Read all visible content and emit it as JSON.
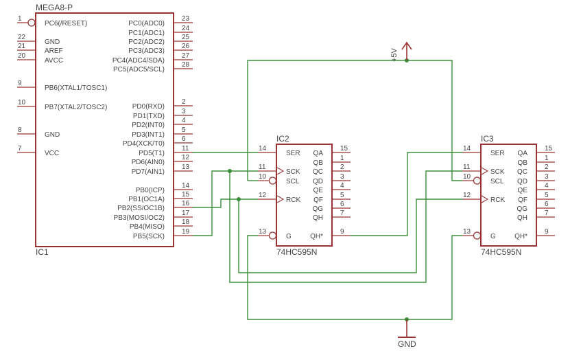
{
  "colors": {
    "part": "#993333",
    "wire": "#3a8f3a",
    "text": "#444444",
    "background": "#ffffff"
  },
  "ic1": {
    "name": "IC1",
    "value": "MEGA8-P",
    "left_pins": [
      {
        "num": "1",
        "label": "PC6(/RESET)",
        "inverted": true
      },
      {
        "num": "22",
        "label": "GND"
      },
      {
        "num": "21",
        "label": "AREF"
      },
      {
        "num": "20",
        "label": "AVCC"
      },
      {
        "num": "9",
        "label": "PB6(XTAL1/TOSC1)"
      },
      {
        "num": "10",
        "label": "PB7(XTAL2/TOSC2)"
      },
      {
        "num": "8",
        "label": "GND"
      },
      {
        "num": "7",
        "label": "VCC"
      }
    ],
    "right_pins": [
      {
        "num": "23",
        "label": "PC0(ADC0)"
      },
      {
        "num": "24",
        "label": "PC1(ADC1)"
      },
      {
        "num": "25",
        "label": "PC2(ADC2)"
      },
      {
        "num": "26",
        "label": "PC3(ADC3)"
      },
      {
        "num": "27",
        "label": "PC4(ADC4/SDA)"
      },
      {
        "num": "28",
        "label": "PC5(ADC5/SCL)"
      },
      {
        "num": "2",
        "label": "PD0(RXD)"
      },
      {
        "num": "3",
        "label": "PD1(TXD)"
      },
      {
        "num": "4",
        "label": "PD2(INT0)"
      },
      {
        "num": "5",
        "label": "PD3(INT1)"
      },
      {
        "num": "6",
        "label": "PD4(XCK/T0)"
      },
      {
        "num": "11",
        "label": "PD5(T1)"
      },
      {
        "num": "12",
        "label": "PD6(AIN0)"
      },
      {
        "num": "13",
        "label": "PD7(AIN1)"
      },
      {
        "num": "14",
        "label": "PB0(ICP)"
      },
      {
        "num": "15",
        "label": "PB1(OC1A)"
      },
      {
        "num": "16",
        "label": "PB2(SS/OC1B)"
      },
      {
        "num": "17",
        "label": "PB3(MOSI/OC2)"
      },
      {
        "num": "18",
        "label": "PB4(MISO)"
      },
      {
        "num": "19",
        "label": "PB5(SCK)"
      }
    ]
  },
  "shift_registers": [
    {
      "name": "IC2",
      "value": "74HC595N",
      "left_pins": [
        {
          "num": "14",
          "label": "SER"
        },
        {
          "num": "11",
          "label": "SCK",
          "clock": true
        },
        {
          "num": "10",
          "label": "SCL",
          "inverted": true
        },
        {
          "num": "12",
          "label": "RCK",
          "clock": true
        },
        {
          "num": "13",
          "label": "G",
          "inverted": true
        }
      ],
      "right_pins": [
        {
          "num": "15",
          "label": "QA"
        },
        {
          "num": "1",
          "label": "QB"
        },
        {
          "num": "2",
          "label": "QC"
        },
        {
          "num": "3",
          "label": "QD"
        },
        {
          "num": "4",
          "label": "QE"
        },
        {
          "num": "5",
          "label": "QF"
        },
        {
          "num": "6",
          "label": "QG"
        },
        {
          "num": "7",
          "label": "QH"
        },
        {
          "num": "9",
          "label": "QH*"
        }
      ]
    },
    {
      "name": "IC3",
      "value": "74HC595N",
      "left_pins": [
        {
          "num": "14",
          "label": "SER"
        },
        {
          "num": "11",
          "label": "SCK",
          "clock": true
        },
        {
          "num": "10",
          "label": "SCL",
          "inverted": true
        },
        {
          "num": "12",
          "label": "RCK",
          "clock": true
        },
        {
          "num": "13",
          "label": "G",
          "inverted": true
        }
      ],
      "right_pins": [
        {
          "num": "15",
          "label": "QA"
        },
        {
          "num": "1",
          "label": "QB"
        },
        {
          "num": "2",
          "label": "QC"
        },
        {
          "num": "3",
          "label": "QD"
        },
        {
          "num": "4",
          "label": "QE"
        },
        {
          "num": "5",
          "label": "QF"
        },
        {
          "num": "6",
          "label": "QG"
        },
        {
          "num": "7",
          "label": "QH"
        },
        {
          "num": "9",
          "label": "QH*"
        }
      ]
    }
  ],
  "supply": {
    "label": "+5V",
    "icon": "power-arrow-icon"
  },
  "ground": {
    "label": "GND",
    "icon": "ground-symbol-icon"
  }
}
